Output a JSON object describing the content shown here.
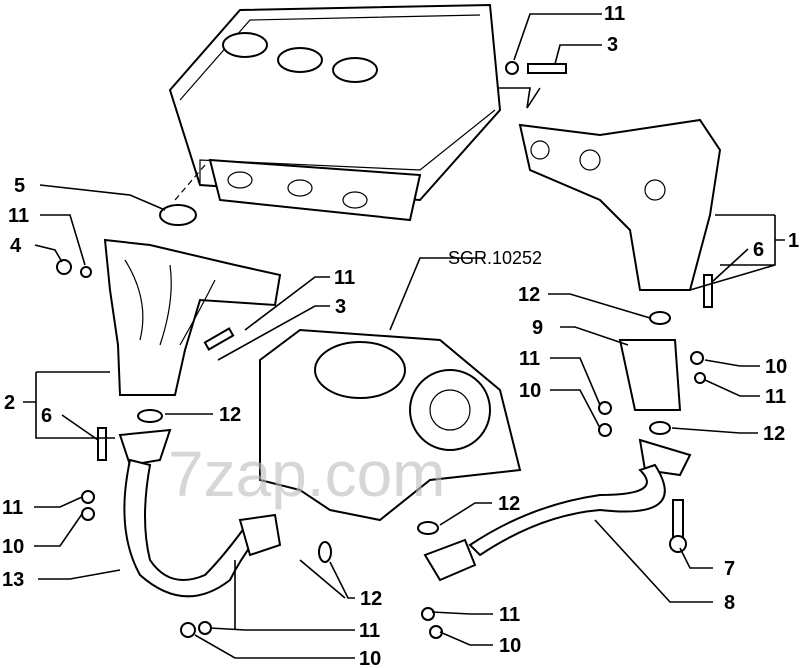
{
  "diagram": {
    "reference": "SGR.10252",
    "watermark": "7zap.com",
    "callouts": [
      {
        "id": "c1",
        "text": "11"
      },
      {
        "id": "c2",
        "text": "3"
      },
      {
        "id": "c3",
        "text": "5"
      },
      {
        "id": "c4",
        "text": "11"
      },
      {
        "id": "c5",
        "text": "4"
      },
      {
        "id": "c6",
        "text": "11"
      },
      {
        "id": "c7",
        "text": "3"
      },
      {
        "id": "c8",
        "text": "12"
      },
      {
        "id": "c9",
        "text": "9"
      },
      {
        "id": "c10",
        "text": "11"
      },
      {
        "id": "c11",
        "text": "10"
      },
      {
        "id": "c12",
        "text": "10"
      },
      {
        "id": "c13",
        "text": "11"
      },
      {
        "id": "c14",
        "text": "12"
      },
      {
        "id": "c15",
        "text": "1"
      },
      {
        "id": "c16",
        "text": "6"
      },
      {
        "id": "c17",
        "text": "2"
      },
      {
        "id": "c18",
        "text": "6"
      },
      {
        "id": "c19",
        "text": "12"
      },
      {
        "id": "c20",
        "text": "11"
      },
      {
        "id": "c21",
        "text": "10"
      },
      {
        "id": "c22",
        "text": "13"
      },
      {
        "id": "c23",
        "text": "12"
      },
      {
        "id": "c24",
        "text": "12"
      },
      {
        "id": "c25",
        "text": "7"
      },
      {
        "id": "c26",
        "text": "8"
      },
      {
        "id": "c27",
        "text": "11"
      },
      {
        "id": "c28",
        "text": "10"
      },
      {
        "id": "c29",
        "text": "11"
      },
      {
        "id": "c30",
        "text": "10"
      }
    ]
  }
}
